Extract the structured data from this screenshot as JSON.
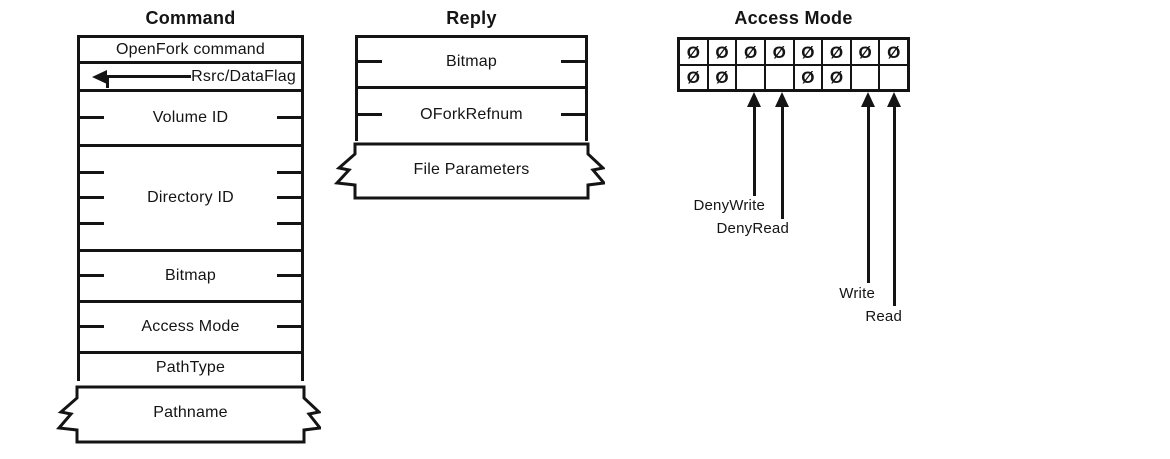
{
  "colors": {
    "ink": "#141414",
    "background": "#ffffff"
  },
  "diagram": {
    "command": {
      "title": "Command",
      "rows": [
        {
          "label": "OpenFork command"
        },
        {
          "label": "Rsrc/DataFlag"
        },
        {
          "label": "Volume ID"
        },
        {
          "label": "Directory ID"
        },
        {
          "label": "Bitmap"
        },
        {
          "label": "Access Mode"
        },
        {
          "label": "PathType"
        },
        {
          "label": "Pathname"
        }
      ]
    },
    "reply": {
      "title": "Reply",
      "rows": [
        {
          "label": "Bitmap"
        },
        {
          "label": "OForkRefnum"
        },
        {
          "label": "File Parameters"
        }
      ]
    },
    "access_mode": {
      "title": "Access Mode",
      "bit_rows": [
        [
          "Ø",
          "Ø",
          "Ø",
          "Ø",
          "Ø",
          "Ø",
          "Ø",
          "Ø"
        ],
        [
          "Ø",
          "Ø",
          "",
          "",
          "Ø",
          "Ø",
          "",
          ""
        ]
      ],
      "bit_labels": [
        {
          "label": "DenyWrite"
        },
        {
          "label": "DenyRead"
        },
        {
          "label": "Write"
        },
        {
          "label": "Read"
        }
      ]
    }
  }
}
